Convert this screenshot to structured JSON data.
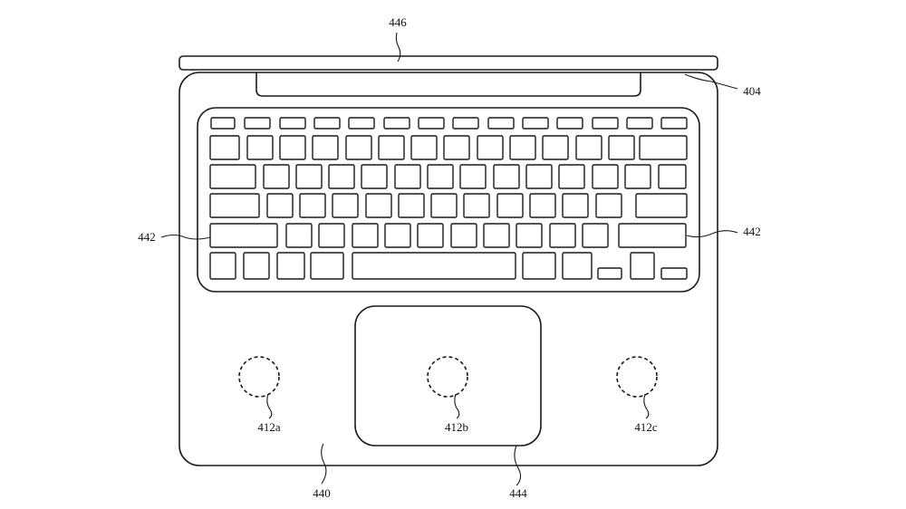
{
  "labels": {
    "display_lid": "446",
    "hinge_corner": "404",
    "keyboard_left": "442",
    "keyboard_right": "442",
    "sensor_left": "412a",
    "sensor_center": "412b",
    "sensor_right": "412c",
    "palm_rest": "440",
    "trackpad": "444"
  },
  "keyboard": {
    "rows": [
      [
        "f",
        "f",
        "f",
        "f",
        "f",
        "f",
        "f",
        "f",
        "f",
        "f",
        "f",
        "f",
        "f",
        "f"
      ],
      [
        "k",
        "k",
        "k",
        "k",
        "k",
        "k",
        "k",
        "k",
        "k",
        "k",
        "k",
        "k",
        "k",
        "k"
      ],
      [
        "k",
        "k",
        "k",
        "k",
        "k",
        "k",
        "k",
        "k",
        "k",
        "k",
        "k",
        "k",
        "k",
        "k"
      ],
      [
        "k",
        "k",
        "k",
        "k",
        "k",
        "k",
        "k",
        "k",
        "k",
        "k",
        "k",
        "k",
        "k"
      ],
      [
        "k",
        "k",
        "k",
        "k",
        "k",
        "k",
        "k",
        "k",
        "k",
        "k",
        "k",
        "k"
      ],
      [
        "k",
        "k",
        "k",
        "k",
        "space",
        "k",
        "k",
        "arrow",
        "k",
        "arrow"
      ]
    ]
  }
}
